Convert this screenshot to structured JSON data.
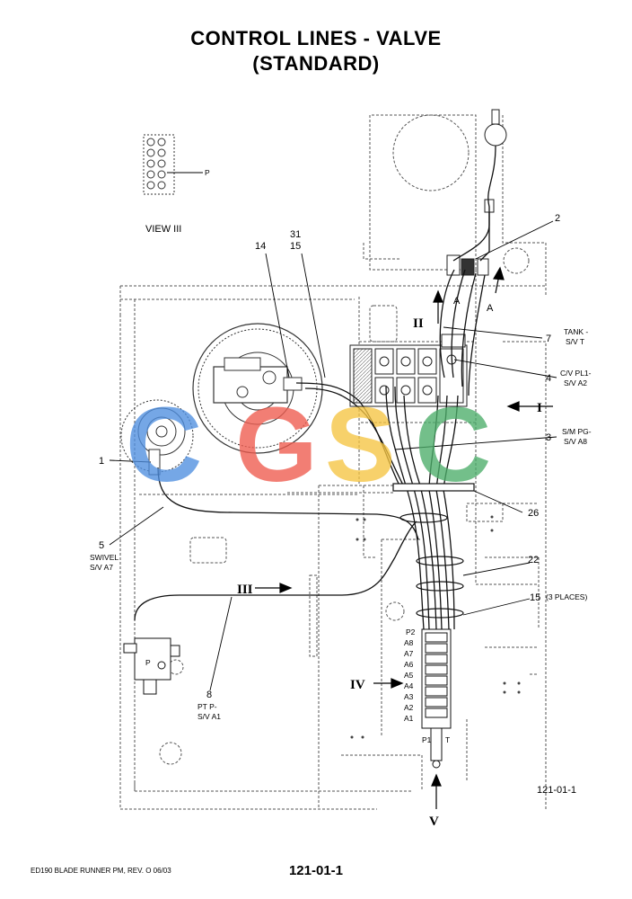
{
  "title": {
    "line1": "CONTROL LINES - VALVE",
    "line2": "(STANDARD)"
  },
  "view_label": "VIEW III",
  "callouts": {
    "c2": "2",
    "c31": "31",
    "c15a": "15",
    "c14": "14",
    "c7": "7",
    "c4": "4",
    "c3": "3",
    "c1": "1",
    "c26": "26",
    "c5": "5",
    "c22": "22",
    "c15b": "15",
    "c15b_note": "(3 PLACES)",
    "c8": "8",
    "p": "P",
    "a1_left": "A",
    "a1_right": "A"
  },
  "notes": {
    "tank_1": "TANK -",
    "tank_2": "S/V T",
    "cv_1": "C/V PL1-",
    "cv_2": "S/V A2",
    "sm_1": "S/M PG-",
    "sm_2": "S/V A8",
    "swivel_1": "SWIVEL",
    "swivel_2": "S/V A7",
    "ptp_1": "PT P-",
    "ptp_2": "S/V A1"
  },
  "views": {
    "v2": "II",
    "v1": "I",
    "v3": "III",
    "v4": "IV",
    "v5": "V"
  },
  "ports": [
    "P2",
    "A8",
    "A7",
    "A6",
    "A5",
    "A4",
    "A3",
    "A2",
    "A1"
  ],
  "bottom_ports": {
    "p1": "P1",
    "t": "T"
  },
  "valve_p": "P",
  "figure_ref": "121-01-1",
  "footer": {
    "left": "ED190 BLADE RUNNER PM, REV. O 06/03",
    "center": "121-01-1"
  },
  "watermark": {
    "letters": [
      "C",
      "G",
      "S",
      "C"
    ],
    "colors": [
      "#4f8fe0",
      "#ef5b4e",
      "#f5c542",
      "#4cae6a"
    ]
  }
}
